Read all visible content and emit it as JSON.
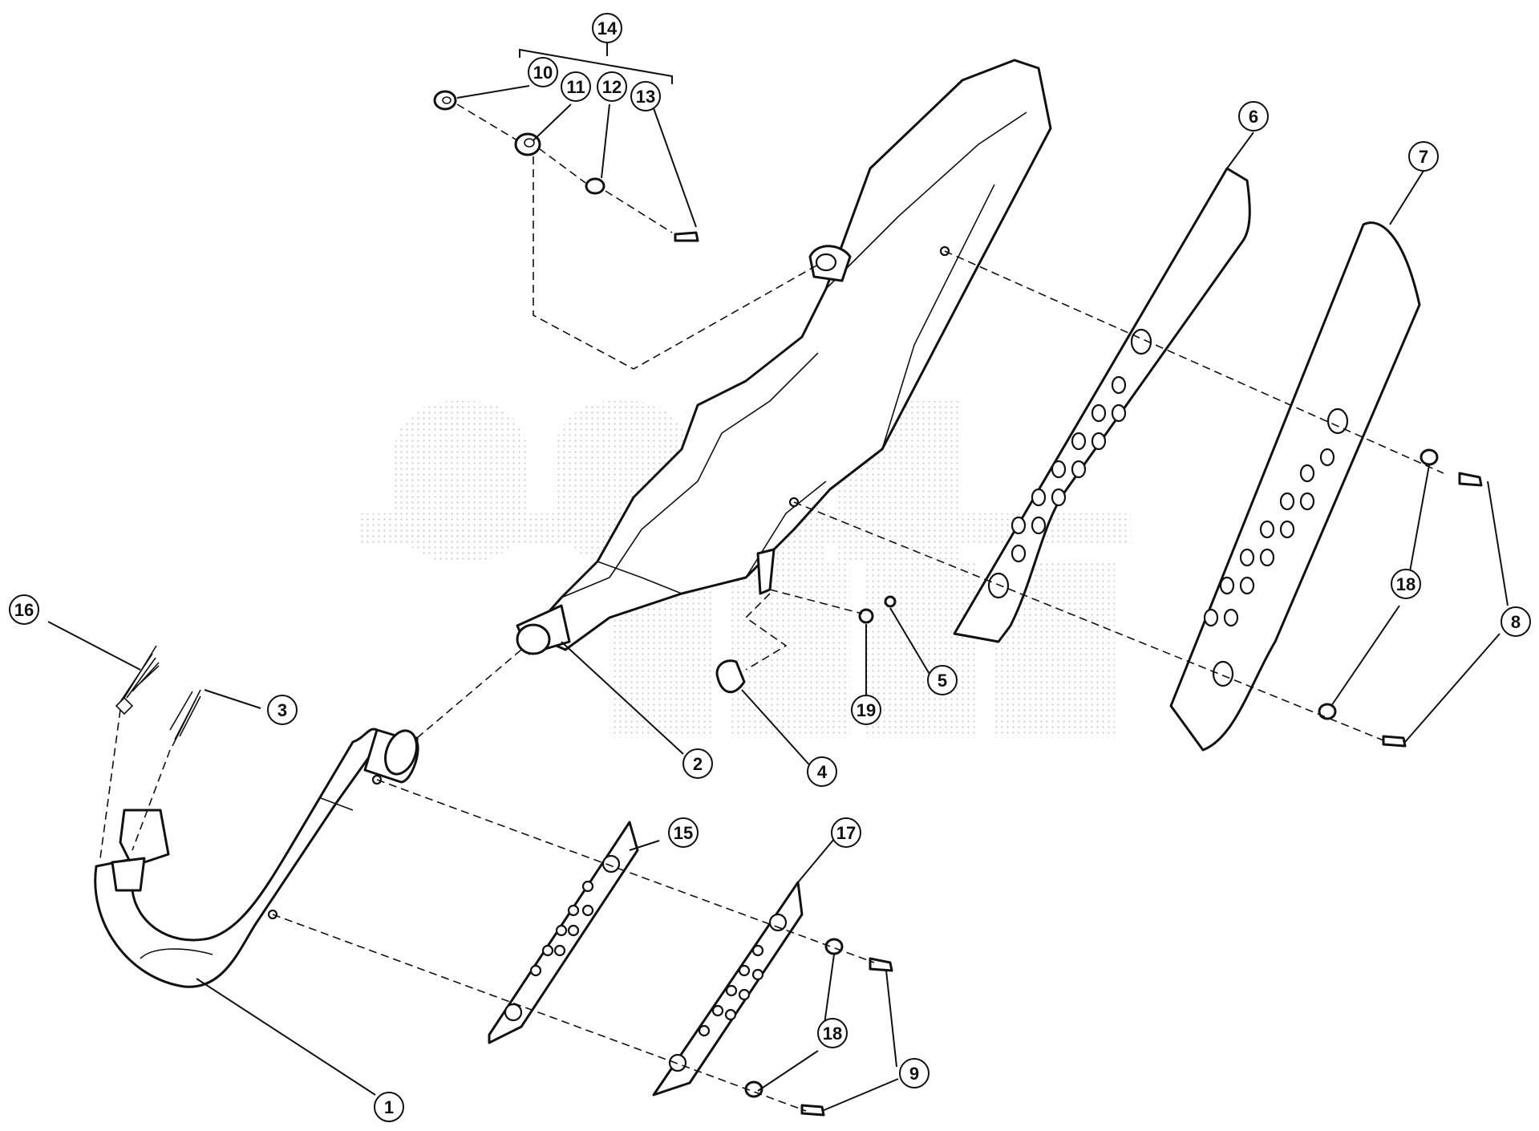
{
  "watermark": {
    "color": "#bdbdbd"
  },
  "callouts": [
    {
      "id": "c1",
      "label": "1"
    },
    {
      "id": "c2",
      "label": "2"
    },
    {
      "id": "c3",
      "label": "3"
    },
    {
      "id": "c4",
      "label": "4"
    },
    {
      "id": "c5",
      "label": "5"
    },
    {
      "id": "c6",
      "label": "6"
    },
    {
      "id": "c7",
      "label": "7"
    },
    {
      "id": "c8",
      "label": "8"
    },
    {
      "id": "c9",
      "label": "9"
    },
    {
      "id": "c10",
      "label": "10"
    },
    {
      "id": "c11",
      "label": "11"
    },
    {
      "id": "c12",
      "label": "12"
    },
    {
      "id": "c13",
      "label": "13"
    },
    {
      "id": "c14",
      "label": "14"
    },
    {
      "id": "c15",
      "label": "15"
    },
    {
      "id": "c16",
      "label": "16"
    },
    {
      "id": "c17",
      "label": "17"
    },
    {
      "id": "c18a",
      "label": "18"
    },
    {
      "id": "c18b",
      "label": "18"
    },
    {
      "id": "c19",
      "label": "19"
    }
  ]
}
